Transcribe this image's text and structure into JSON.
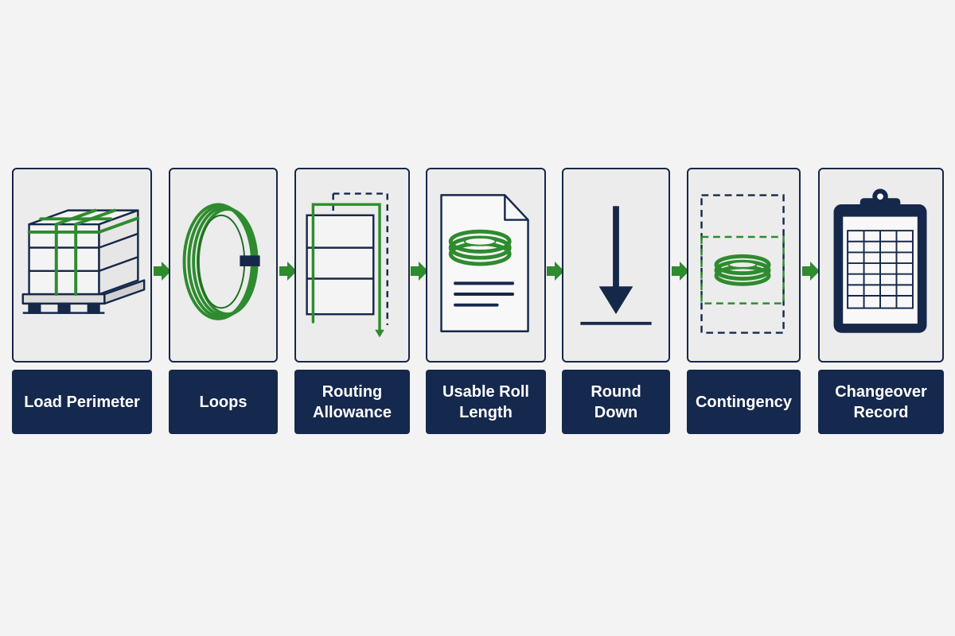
{
  "colors": {
    "navy": "#15284d",
    "green": "#2e8b2e",
    "card_bg": "#ececec",
    "page_bg": "#f3f3f3"
  },
  "steps": [
    {
      "label": "Load Perimeter",
      "icon": "pallet-strapped-icon"
    },
    {
      "label": "Loops",
      "icon": "strap-coil-icon"
    },
    {
      "label": "Routing\nAllowance",
      "icon": "routing-path-icon"
    },
    {
      "label": "Usable Roll\nLength",
      "icon": "roll-document-icon"
    },
    {
      "label": "Round\nDown",
      "icon": "round-down-arrow-icon"
    },
    {
      "label": "Contingency",
      "icon": "contingency-roll-icon"
    },
    {
      "label": "Changeover\nRecord",
      "icon": "clipboard-record-icon"
    }
  ]
}
